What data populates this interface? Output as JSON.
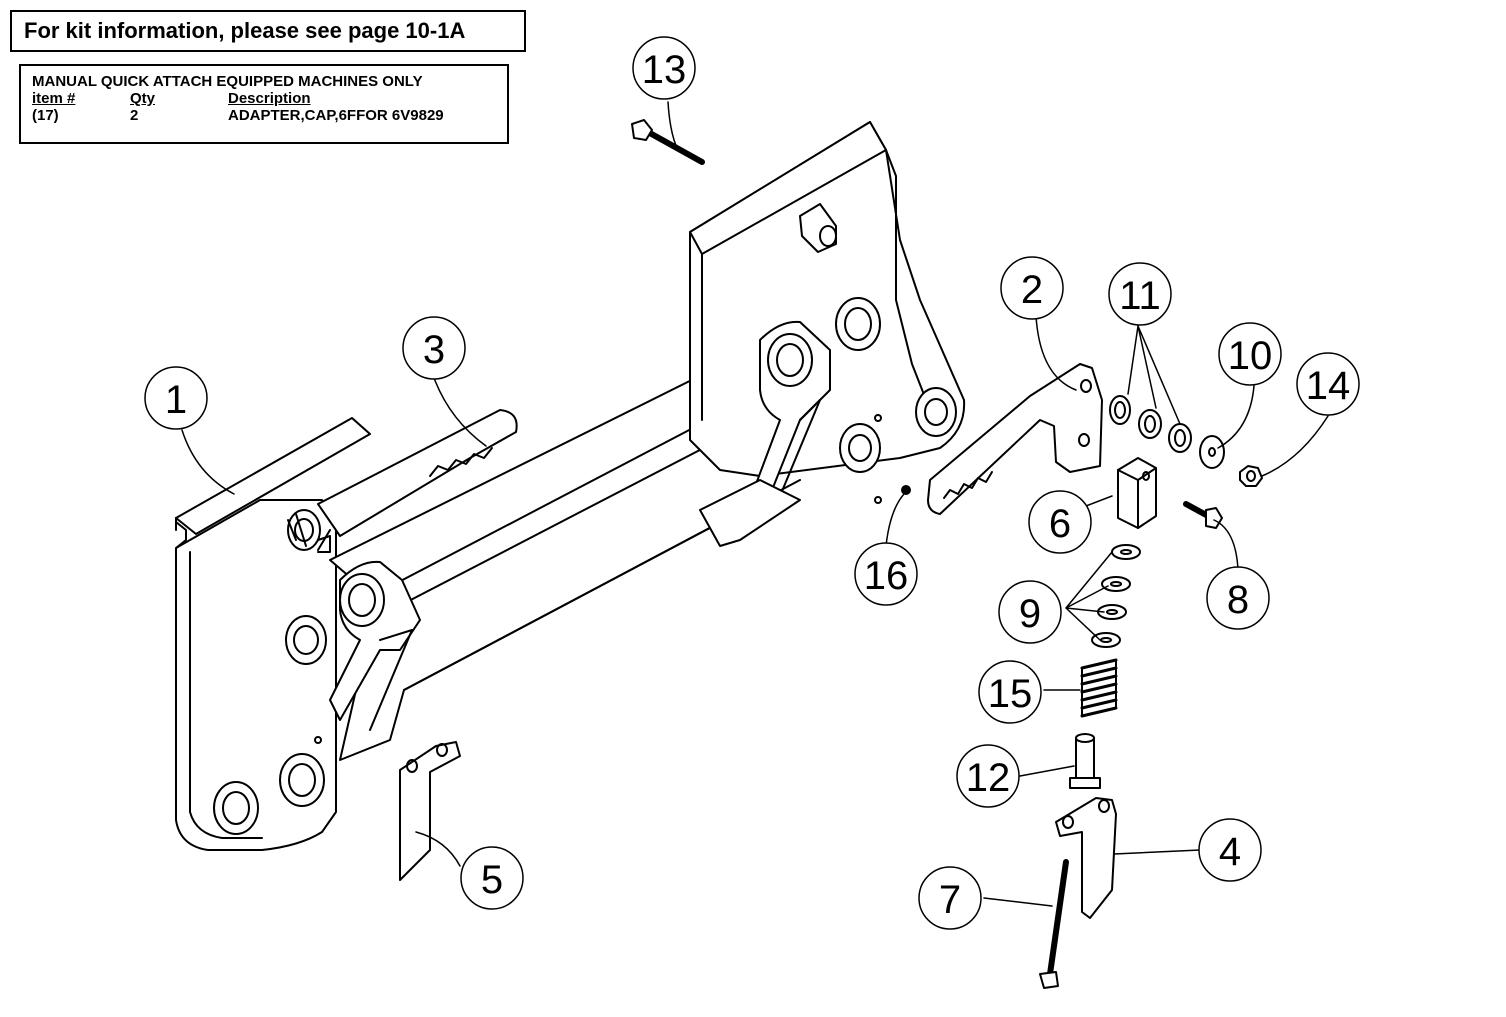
{
  "kit_note": "For kit information, please see page 10-1A",
  "table": {
    "title": "MANUAL QUICK ATTACH EQUIPPED MACHINES ONLY",
    "headers": [
      "item #",
      "Qty",
      "Description"
    ],
    "rows": [
      [
        "(17)",
        "2",
        "ADAPTER,CAP,6FFOR 6V9829"
      ]
    ]
  },
  "callouts": [
    "1",
    "2",
    "3",
    "4",
    "5",
    "6",
    "7",
    "8",
    "9",
    "10",
    "11",
    "12",
    "13",
    "14",
    "15",
    "16"
  ],
  "colors": {
    "line": "#000000",
    "background": "#ffffff"
  }
}
